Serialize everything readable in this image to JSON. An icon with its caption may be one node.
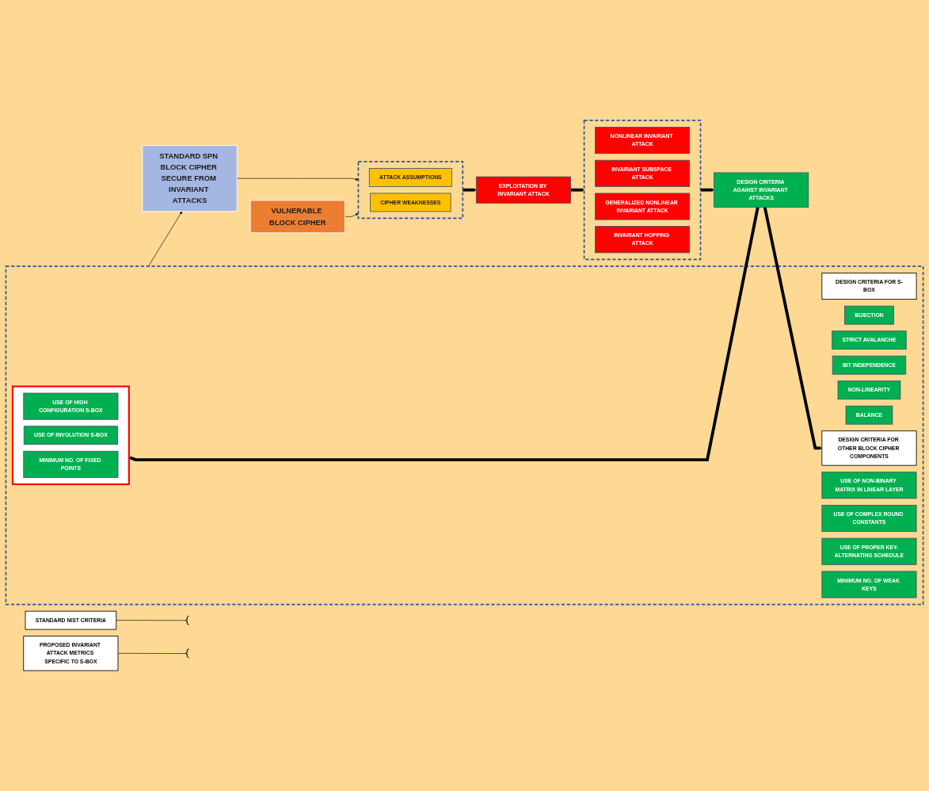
{
  "diagram": {
    "nodes": [
      {
        "text": [
          "VULNERABLE BLOCK CIPHER"
        ]
      },
      {
        "text": [],
        "shape": "box"
      },
      {
        "text": [
          "ATTACK ASSUMPTIONS"
        ],
        "in": 1
      },
      {
        "text": [
          "CIPHER WEAKNESSES"
        ],
        "in": 1
      },
      {
        "text": [
          "EXPLOITATION BY INVARIANT ATTACK"
        ]
      },
      {
        "text": [],
        "shape": "box"
      },
      {
        "text": [
          "NONLINEAR INVARIANT ATTACK"
        ],
        "in": 5
      },
      {
        "text": [
          "INVARIANT SUBSPACE ATTACK"
        ],
        "in": 5
      },
      {
        "text": [
          "GENERALIZED NONLINEAR INVARIANT ATTACK"
        ],
        "in": 5
      },
      {
        "text": [
          "INVARIANT HOPPING ATTACK"
        ],
        "in": 5
      },
      {
        "text": [
          "DESIGN CRITERIA AGAINST INVARIANT ATTACKS"
        ]
      },
      {
        "text": [
          "STANDARD NIST CRITERIA"
        ]
      },
      {
        "text": [
          "PROPOSED INVARIANT ATTACK METRICS SPECIFIC TO S-BOX"
        ]
      },
      {
        "text": [],
        "shape": "bracket"
      },
      {
        "text": [],
        "shape": "bracket"
      },
      {
        "text": [],
        "shape": "box"
      },
      {
        "text": [
          "DESIGN CRITERIA FOR S-BOX"
        ],
        "in": 15
      },
      {
        "text": [
          "BIJECTION"
        ],
        "in": 15
      },
      {
        "text": [
          "STRICT AVALANCHE"
        ],
        "in": 15
      },
      {
        "text": [
          "BIT INDEPENDENCE"
        ],
        "in": 15
      },
      {
        "text": [
          "NON-LINEARITY"
        ],
        "in": 15
      },
      {
        "text": [
          "BALANCE"
        ],
        "in": 15
      },
      {
        "text": [],
        "shape": "box",
        "in": 15
      },
      {
        "text": [
          "USE OF HIGH CONFIGURATION S-BOX"
        ],
        "in": 22
      },
      {
        "text": [
          "USE OF INVOLUTION S-BOX"
        ],
        "in": 22
      },
      {
        "text": [
          "MINIMUM NO. OF FIXED POINTS"
        ],
        "in": 22
      },
      {
        "text": [
          "DESIGN CRITERIA FOR OTHER BLOCK CIPHER COMPONENTS"
        ],
        "in": 15
      },
      {
        "text": [
          "USE OF NON-BINARY MATRIX IN LINEAR LAYER"
        ],
        "in": 15
      },
      {
        "text": [
          "USE OF COMPLEX ROUND CONSTANTS"
        ],
        "in": 15
      },
      {
        "text": [
          "USE OF PROPER KEY-ALTERNATING SCHEDULE"
        ],
        "in": 15
      },
      {
        "text": [
          "MINIMUM NO. OF WEAK KEYS"
        ],
        "in": 15
      },
      {
        "text": [
          "STANDARD SPN BLOCK CIPHER SECURE FROM INVARIANT ATTACKS"
        ]
      }
    ],
    "edges": [
      {
        "from": 0,
        "to": 1,
        "arrow": "to"
      },
      {
        "from": 31,
        "to": 1,
        "arrow": "to"
      },
      {
        "from": 1,
        "to": 4,
        "arrow": "to",
        "style": "thick"
      },
      {
        "from": 4,
        "to": 5,
        "arrow": "to",
        "style": "thick"
      },
      {
        "from": 5,
        "to": 10,
        "arrow": "to",
        "style": "thick"
      },
      {
        "from": 10,
        "to": 22,
        "arrow": "to",
        "style": "thick"
      },
      {
        "from": 10,
        "to": 26,
        "arrow": "to",
        "style": "thick"
      },
      {
        "from": 15,
        "to": 31,
        "arrow": "to"
      },
      {
        "from": 11,
        "to": 13,
        "arrow": "none"
      },
      {
        "from": 12,
        "to": 14,
        "arrow": "none"
      }
    ]
  }
}
